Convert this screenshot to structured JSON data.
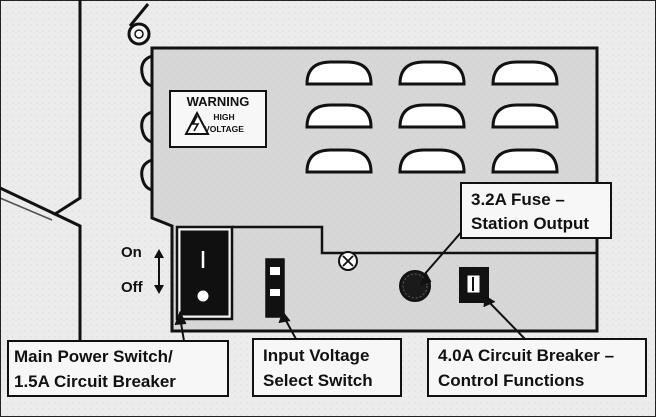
{
  "diagram": {
    "warning_title": "WARNING",
    "warning_line1": "HIGH",
    "warning_line2": "VOLTAGE",
    "switch_on": "On",
    "switch_off": "Off",
    "callouts": {
      "main_power_line1": "Main Power Switch/",
      "main_power_line2": "1.5A Circuit Breaker",
      "input_voltage_line1": "Input Voltage",
      "input_voltage_line2": "Select Switch",
      "fuse_line1": "3.2A Fuse –",
      "fuse_line2": "Station Output",
      "control_breaker_line1": "4.0A Circuit Breaker –",
      "control_breaker_line2": "Control Functions"
    },
    "colors": {
      "background": "#ececec",
      "panel": "#d9d9d9",
      "line": "#111111",
      "label_fill": "#f7f7f7"
    }
  }
}
